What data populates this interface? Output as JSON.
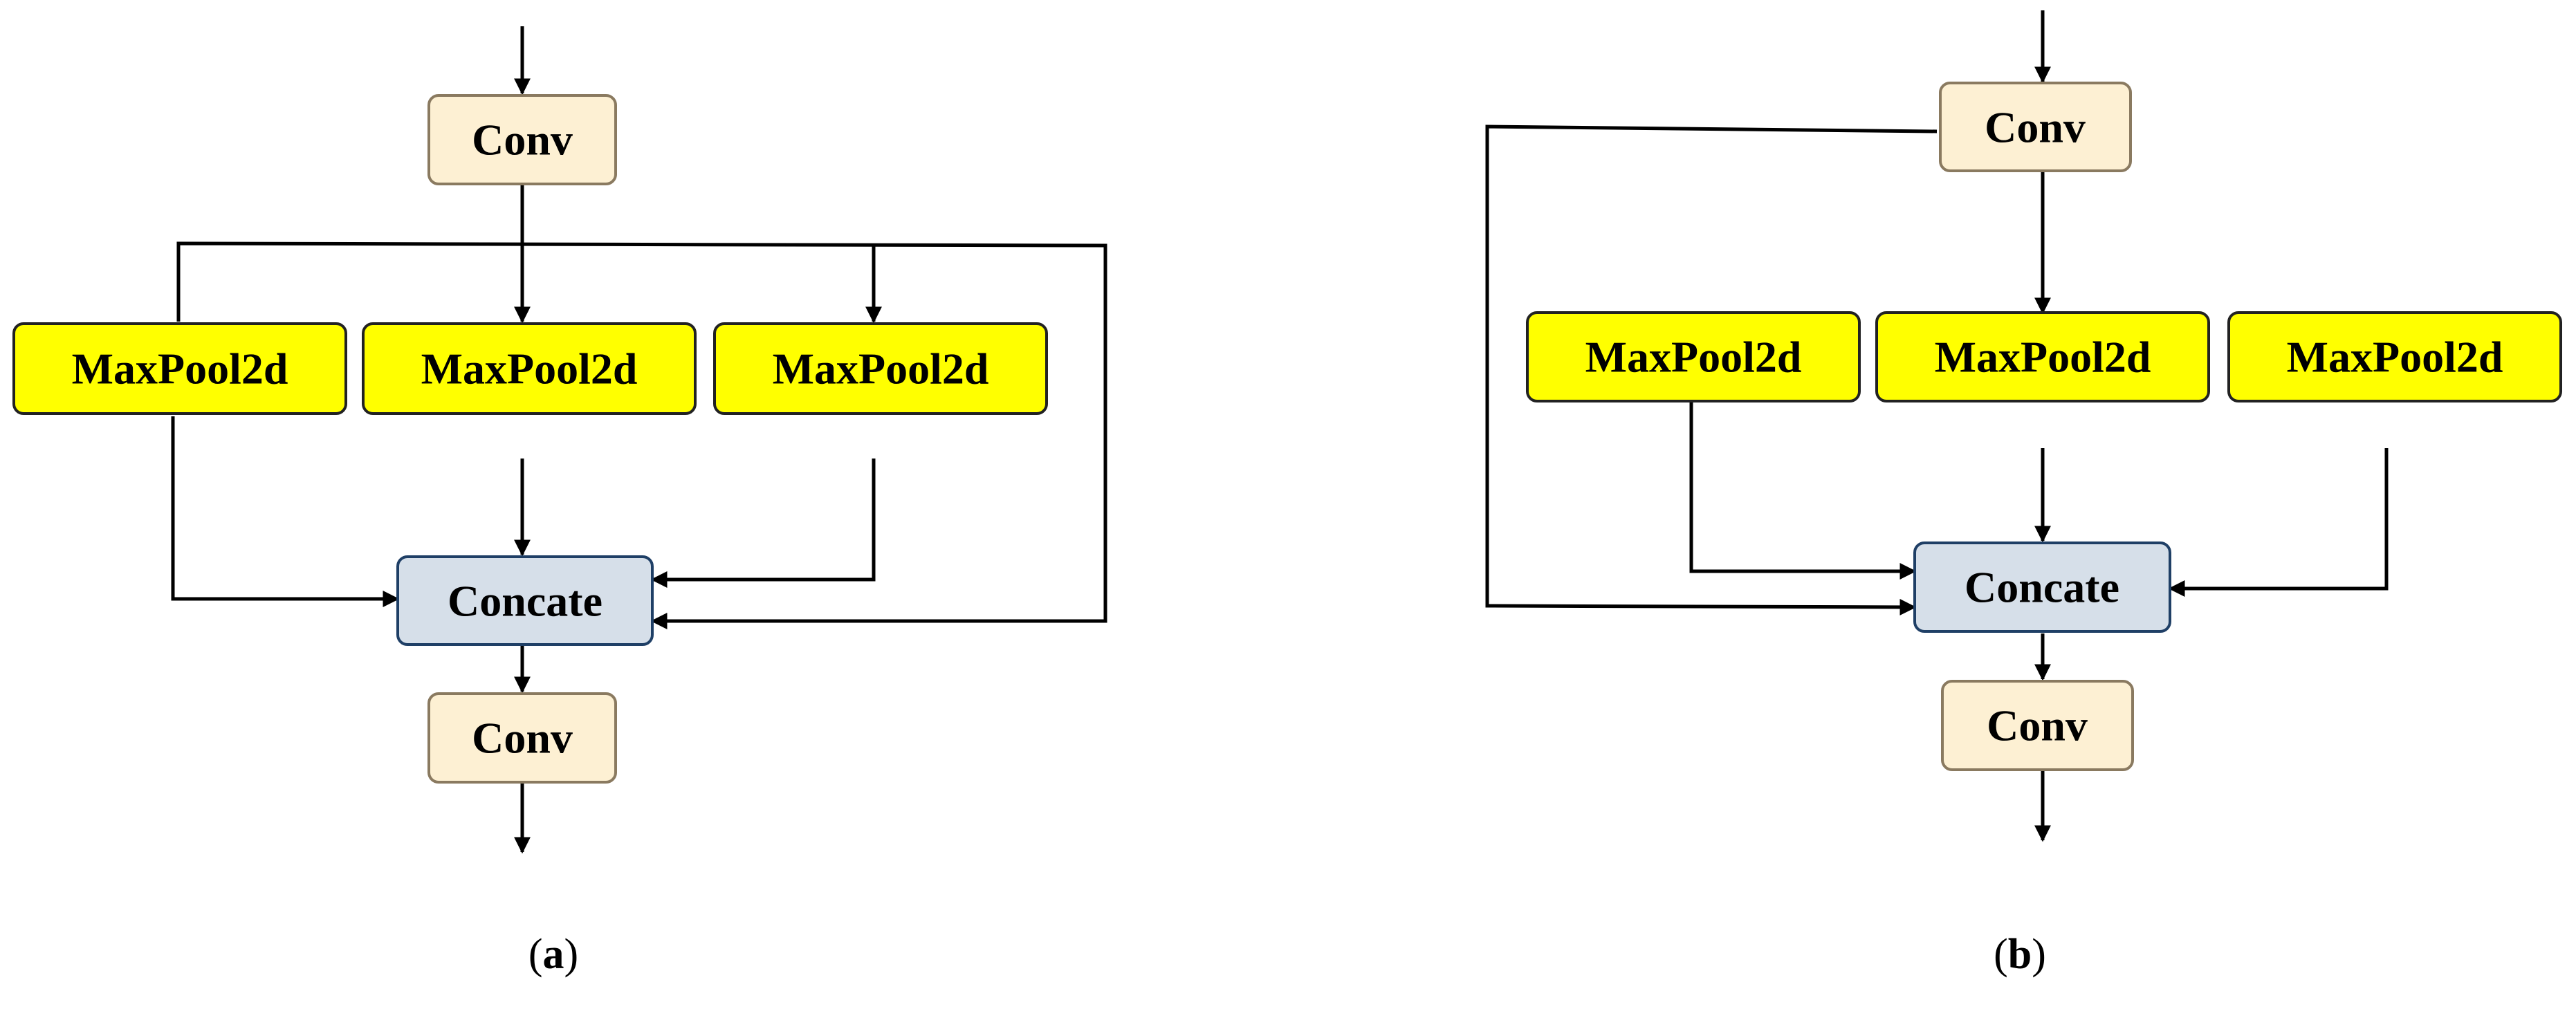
{
  "colors": {
    "conv_fill": "#fdf0d3",
    "conv_stroke": "#8a7a60",
    "maxpool_fill": "#ffff00",
    "maxpool_stroke": "#222222",
    "concat_fill": "#d6dfe9",
    "concat_stroke": "#1f3f66",
    "line": "#000000"
  },
  "diagram_a": {
    "caption_open": "(",
    "caption_letter": "a",
    "caption_close": ")",
    "conv_top": "Conv",
    "pool_1": "MaxPool2d",
    "pool_2": "MaxPool2d",
    "pool_3": "MaxPool2d",
    "concat": "Concate",
    "conv_bottom": "Conv"
  },
  "diagram_b": {
    "caption_open": "(",
    "caption_letter": "b",
    "caption_close": ")",
    "conv_top": "Conv",
    "pool_1": "MaxPool2d",
    "pool_2": "MaxPool2d",
    "pool_3": "MaxPool2d",
    "concat": "Concate",
    "conv_bottom": "Conv"
  }
}
